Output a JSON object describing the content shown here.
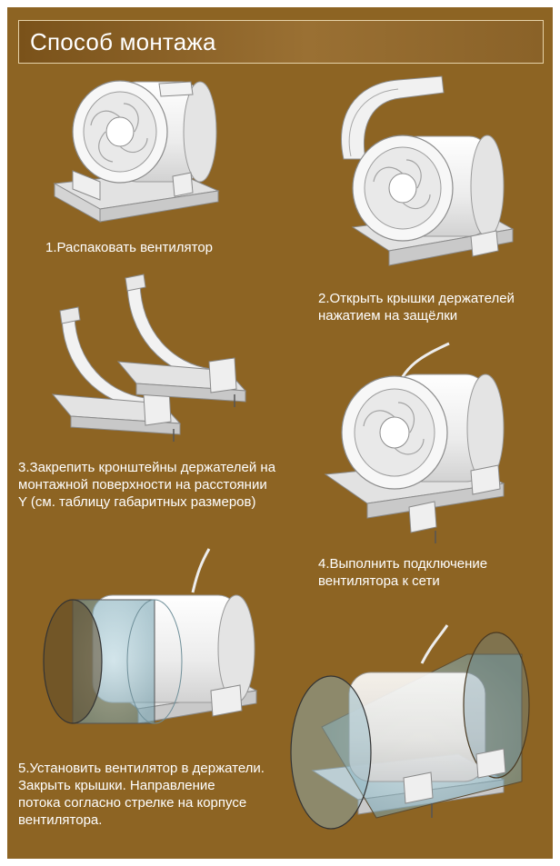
{
  "header": {
    "title": "Способ монтажа"
  },
  "steps": {
    "step1": {
      "lines": [
        "1.Распаковать вентилятор"
      ]
    },
    "step2": {
      "lines": [
        "2.Открыть крышки держателей",
        "нажатием на защёлки"
      ]
    },
    "step3": {
      "lines": [
        "3.Закрепить кронштейны держателей на",
        "монтажной поверхности на расстоянии",
        "Y (см. таблицу габаритных размеров)"
      ]
    },
    "step4": {
      "lines": [
        "4.Выполнить подключение",
        "вентилятора к сети"
      ]
    },
    "step5": {
      "lines": [
        "5.Установить вентилятор в держатели.",
        "Закрыть крышки. Направление",
        "потока согласно стрелке на корпусе",
        "вентилятора."
      ]
    }
  },
  "colors": {
    "background": "#8d6423",
    "header_border": "#e6d2a8",
    "text": "#ffffff",
    "fan_body": "#f3f3f3",
    "duct_glass": "#9ec3cf"
  }
}
